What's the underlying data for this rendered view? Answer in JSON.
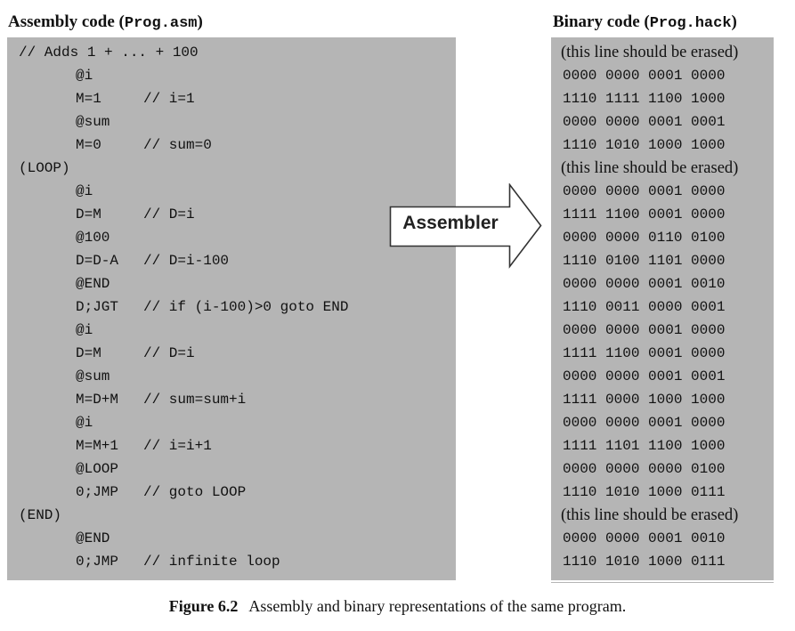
{
  "left_header": {
    "title_prefix": "Assembly code (",
    "filename": "Prog.asm",
    "title_suffix": ")"
  },
  "right_header": {
    "title_prefix": "Binary code (",
    "filename": "Prog.hack",
    "title_suffix": ")"
  },
  "assembly_lines": [
    {
      "label": "// Adds 1 + ... + 100",
      "code": "",
      "comment": ""
    },
    {
      "label": "",
      "code": "@i",
      "comment": ""
    },
    {
      "label": "",
      "code": "M=1",
      "comment": "// i=1"
    },
    {
      "label": "",
      "code": "@sum",
      "comment": ""
    },
    {
      "label": "",
      "code": "M=0",
      "comment": "// sum=0"
    },
    {
      "label": "(LOOP)",
      "code": "",
      "comment": ""
    },
    {
      "label": "",
      "code": "@i",
      "comment": ""
    },
    {
      "label": "",
      "code": "D=M",
      "comment": "// D=i"
    },
    {
      "label": "",
      "code": "@100",
      "comment": ""
    },
    {
      "label": "",
      "code": "D=D-A",
      "comment": "// D=i-100"
    },
    {
      "label": "",
      "code": "@END",
      "comment": ""
    },
    {
      "label": "",
      "code": "D;JGT",
      "comment": "// if (i-100)>0 goto END"
    },
    {
      "label": "",
      "code": "@i",
      "comment": ""
    },
    {
      "label": "",
      "code": "D=M",
      "comment": "// D=i"
    },
    {
      "label": "",
      "code": "@sum",
      "comment": ""
    },
    {
      "label": "",
      "code": "M=D+M",
      "comment": "// sum=sum+i"
    },
    {
      "label": "",
      "code": "@i",
      "comment": ""
    },
    {
      "label": "",
      "code": "M=M+1",
      "comment": "// i=i+1"
    },
    {
      "label": "",
      "code": "@LOOP",
      "comment": ""
    },
    {
      "label": "",
      "code": "0;JMP",
      "comment": "// goto LOOP"
    },
    {
      "label": "(END)",
      "code": "",
      "comment": ""
    },
    {
      "label": "",
      "code": "@END",
      "comment": ""
    },
    {
      "label": "",
      "code": "0;JMP",
      "comment": "// infinite loop"
    }
  ],
  "binary_lines": [
    "(this line should be erased)",
    "0000 0000 0001 0000",
    "1110 1111 1100 1000",
    "0000 0000 0001 0001",
    "1110 1010 1000 1000",
    "(this line should be erased)",
    "0000 0000 0001 0000",
    "1111 1100 0001 0000",
    "0000 0000 0110 0100",
    "1110 0100 1101 0000",
    "0000 0000 0001 0010",
    "1110 0011 0000 0001",
    "0000 0000 0001 0000",
    "1111 1100 0001 0000",
    "0000 0000 0001 0001",
    "1111 0000 1000 1000",
    "0000 0000 0001 0000",
    "1111 1101 1100 1000",
    "0000 0000 0000 0100",
    "1110 1010 1000 0111",
    "(this line should be erased)",
    "0000 0000 0001 0010",
    "1110 1010 1000 0111"
  ],
  "arrow": {
    "label": "Assembler"
  },
  "caption": {
    "figure": "Figure 6.2",
    "text": "Assembly and binary representations of the same program."
  },
  "colors": {
    "panel": "#b5b5b5",
    "text": "#111111",
    "background": "#ffffff"
  }
}
